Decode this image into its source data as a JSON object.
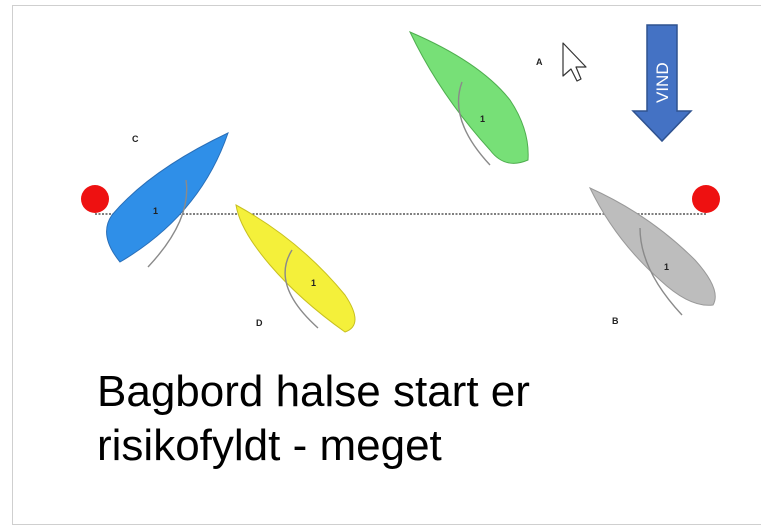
{
  "diagram": {
    "wind_label": "VIND",
    "boats": [
      {
        "label": "A",
        "color": "#77e077"
      },
      {
        "label": "B",
        "color": "#bdbdbd"
      },
      {
        "label": "C",
        "color": "#2f8fe8"
      },
      {
        "label": "D",
        "color": "#f4f03a"
      }
    ],
    "marks_color": "#ee1111",
    "arrow_color": "#4472c4"
  },
  "caption": {
    "line1": "Bagbord halse start er",
    "line2": "risikofyldt - meget"
  }
}
